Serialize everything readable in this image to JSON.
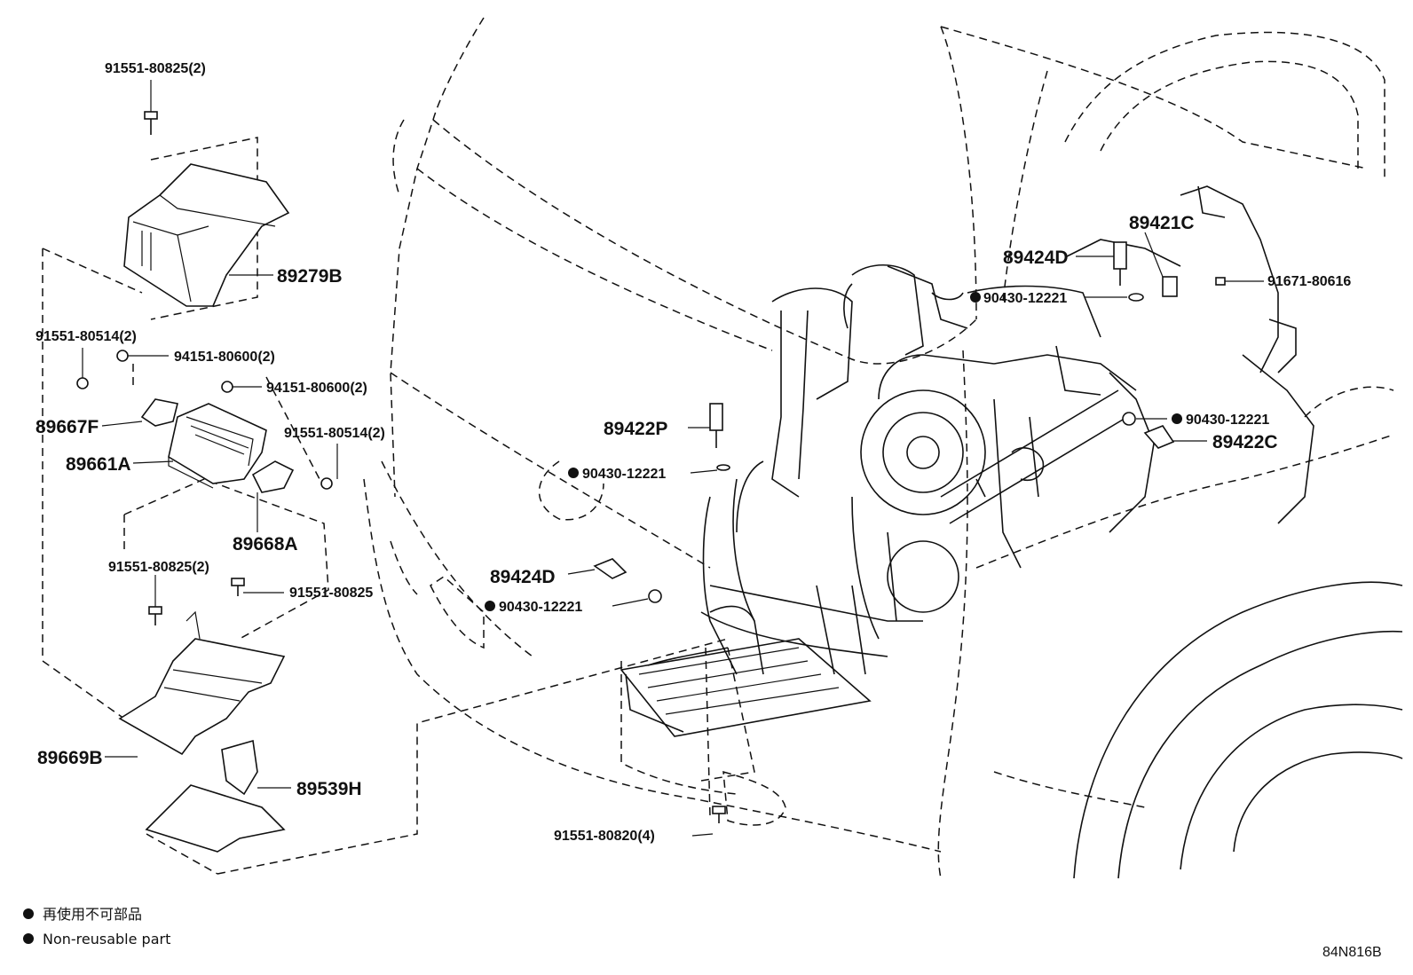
{
  "labels": {
    "p89279B": "89279B",
    "p91551_80825_2a": "91551-80825(2)",
    "p91551_80514_2a": "91551-80514(2)",
    "p94151_80600_2a": "94151-80600(2)",
    "p94151_80600_2b": "94151-80600(2)",
    "p89667F": "89667F",
    "p89661A": "89661A",
    "p91551_80514_2b": "91551-80514(2)",
    "p89668A": "89668A",
    "p91551_80825_2b": "91551-80825(2)",
    "p91551_80825": "91551-80825",
    "p89669B": "89669B",
    "p89539H": "89539H",
    "p89422P": "89422P",
    "p90430_a": "90430-12221",
    "p89424D_a": "89424D",
    "p90430_b": "90430-12221",
    "p91551_80820_4": "91551-80820(4)",
    "p89421C": "89421C",
    "p89424D_b": "89424D",
    "p90430_c": "90430-12221",
    "p91671_80616": "91671-80616",
    "p90430_d": "90430-12221",
    "p89422C": "89422C"
  },
  "legend": {
    "jp": "再使用不可部品",
    "en": "Non-reusable part"
  },
  "drawing_code": "84N816B"
}
